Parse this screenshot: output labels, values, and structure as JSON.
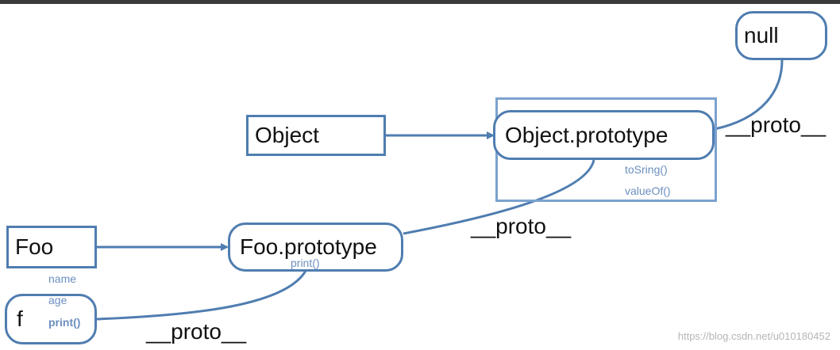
{
  "nodes": {
    "null_node": "null",
    "object": "Object",
    "object_prototype": "Object.prototype",
    "foo": "Foo",
    "foo_prototype": "Foo.prototype",
    "f": "f"
  },
  "edge_labels": {
    "object_proto_to_null": "__proto__",
    "foo_proto_to_object_proto": "__proto__",
    "f_to_foo_proto": "__proto__"
  },
  "members": {
    "object_prototype": [
      "toSring()",
      "valueOf()"
    ],
    "foo_prototype": [
      "print()"
    ],
    "f": [
      "name",
      "age",
      "print()"
    ]
  },
  "watermark": "https://blog.csdn.net/u010180452",
  "colors": {
    "stroke": "#4f7db0",
    "frame": "#7ba2cf",
    "member_text": "#6b8fbf"
  }
}
